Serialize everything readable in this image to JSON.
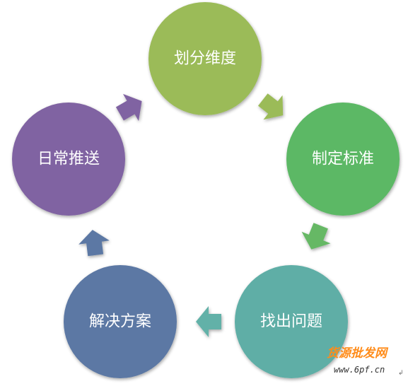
{
  "diagram": {
    "nodes": [
      {
        "id": "divide",
        "label": "划分维度",
        "color": "#9bbb59"
      },
      {
        "id": "standard",
        "label": "制定标准",
        "color": "#5cb865"
      },
      {
        "id": "problem",
        "label": "找出问题",
        "color": "#5eaea6"
      },
      {
        "id": "solution",
        "label": "解决方案",
        "color": "#5b78a4"
      },
      {
        "id": "push",
        "label": "日常推送",
        "color": "#8064a2"
      }
    ],
    "arrows": [
      {
        "from": "divide",
        "to": "standard",
        "color": "#9bbb59"
      },
      {
        "from": "standard",
        "to": "problem",
        "color": "#66b865"
      },
      {
        "from": "problem",
        "to": "solution",
        "color": "#62b1a8"
      },
      {
        "from": "solution",
        "to": "push",
        "color": "#5b78a4"
      },
      {
        "from": "push",
        "to": "divide",
        "color": "#8064a2"
      }
    ]
  },
  "watermark": {
    "title": "货源批发网",
    "url": "www.6pf.cn",
    "mark": "↲"
  }
}
